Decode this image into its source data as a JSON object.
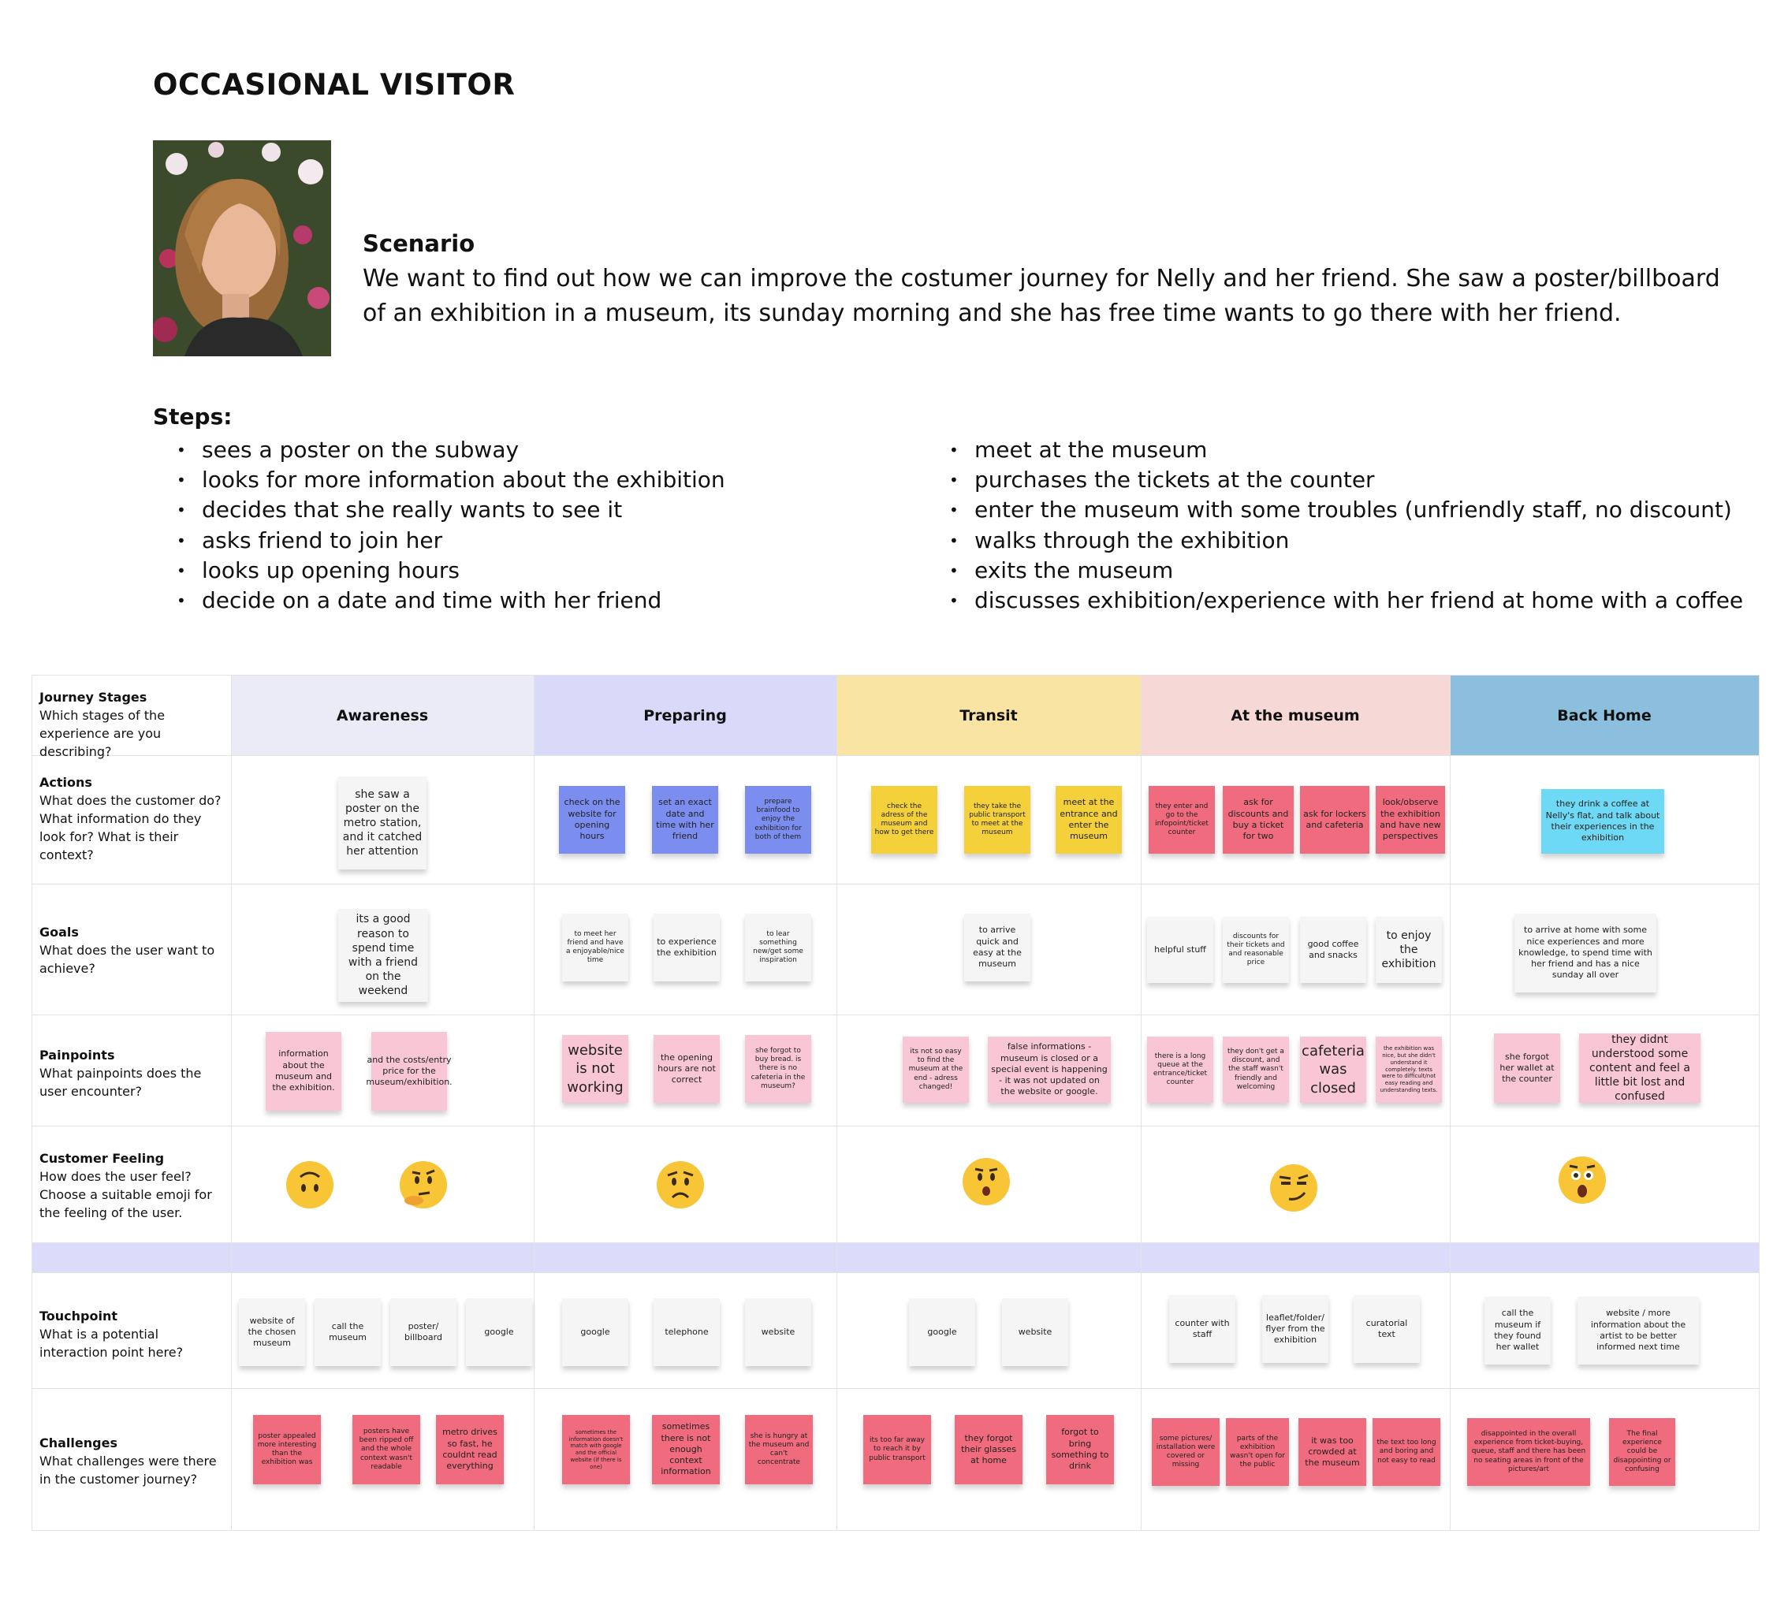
{
  "title": "OCCASIONAL VISITOR",
  "scenario": {
    "heading": "Scenario",
    "text": "We want to find out how we can improve the costumer journey for Nelly and her friend. She saw a poster/billboard of an exhibition in a museum, its sunday morning and she has free time wants to go there with her friend."
  },
  "steps": {
    "heading": "Steps:",
    "left": [
      "sees a poster on the subway",
      "looks for more information about the exhibition",
      "decides that she really wants to see it",
      "asks friend to join her",
      "looks up opening hours",
      "decide on a date and time with her friend"
    ],
    "right": [
      "meet at the museum",
      "purchases the tickets at the counter",
      "enter the museum with some troubles (unfriendly staff, no discount)",
      "walks through the exhibition",
      "exits the museum",
      "discusses exhibition/experience with her friend at home with a coffee"
    ]
  },
  "colors": {
    "awareness": "#ebebf8",
    "preparing": "#d9dafa",
    "transit": "#f9e4a3",
    "museum": "#f6d8d6",
    "back_home": "#8bbfdd",
    "sticky_white": "#f5f5f5",
    "sticky_blue": "#7b8ef0",
    "sticky_yellow": "#f4d03a",
    "sticky_red": "#f06b7d",
    "sticky_pink": "#f9c6d6",
    "sticky_cyan": "#6ed9f4"
  },
  "rows": {
    "stages": {
      "title": "Journey Stages",
      "desc": "Which stages of the experience are you describing?"
    },
    "actions": {
      "title": "Actions",
      "desc": "What does the customer do? What information do they look for? What is their context?"
    },
    "goals": {
      "title": "Goals",
      "desc": "What does the user want to achieve?"
    },
    "painpoints": {
      "title": "Painpoints",
      "desc": "What painpoints does the user encounter?"
    },
    "feeling": {
      "title": "Customer Feeling",
      "desc": "How does the user feel? Choose a suitable emoji for the feeling of the user."
    },
    "touchpoint": {
      "title": "Touchpoint",
      "desc": "What is a potential interaction point here?"
    },
    "challenges": {
      "title": "Challenges",
      "desc": "What challenges were there in the customer journey?"
    }
  },
  "stages": [
    "Awareness",
    "Preparing",
    "Transit",
    "At the museum",
    "Back Home"
  ],
  "stickies": {
    "a1": "she saw a poster on the metro station, and it catched her attention",
    "a2": "check on the website for opening hours",
    "a3": "set an exact date and time with her friend",
    "a4": "prepare brainfood to enjoy the exhibition for both of them",
    "a5": "check the adress of the museum and how to get there",
    "a6": "they take the public transport to meet at the museum",
    "a7": "meet at the entrance and enter the museum",
    "a8": "they enter and go to the infopoint/ticket counter",
    "a9": "ask for discounts and buy a ticket for two",
    "a10": "ask for lockers and cafeteria",
    "a11": "look/observe the exhibition and have new perspectives",
    "a12": "they drink a coffee at Nelly's flat, and talk about their experiences in the exhibition",
    "g1": "its a good reason to spend time with a friend on the weekend",
    "g2": "to meet her friend and have a enjoyable/nice time",
    "g3": "to experience the exhibition",
    "g4": "to lear something new/get some inspiration",
    "g5": "to arrive quick and easy at the museum",
    "g6": "helpful stuff",
    "g7": "discounts for their tickets and and reasonable price",
    "g8": "good coffee and snacks",
    "g9": "to enjoy the exhibition",
    "g10": "to arrive at home with some nice experiences and more knowledge, to spend time with her friend and has a nice sunday all over",
    "p1": "information about the museum and the exhibition.",
    "p2": "and the costs/entry price for the museum/exhibition.",
    "p3": "website is not working",
    "p4": "the opening hours are not correct",
    "p5": "she forgot to buy bread. is there is no cafeteria in the museum?",
    "p6": "its not so easy to find the museum at the end - adress changed!",
    "p7": "false informations - museum is closed or a special event is happening - it was not updated on the website or google.",
    "p8": "there is a long queue at the entrance/ticket counter",
    "p9": "they don't get a discount, and the staff wasn't friendly and welcoming",
    "p10": "cafeteria was closed",
    "p11": "the exhibition was nice, but she didn't understand it completely. texts were to difficult/not easy reading and understanding texts.",
    "p12": "she forgot her wallet at the counter",
    "p13": "they didnt understood some content and feel a little bit lost and confused",
    "t1": "website of the chosen museum",
    "t2": "call the museum",
    "t3": "poster/ billboard",
    "t4": "google",
    "t5": "google",
    "t6": "telephone",
    "t7": "website",
    "t8": "google",
    "t9": "website",
    "t10": "counter with staff",
    "t11": "leaflet/folder/ flyer from the exhibition",
    "t12": "curatorial text",
    "t13": "call the museum if they found her wallet",
    "t14": "website / more information about the artist to be better informed next time",
    "c1": "poster appealed more interesting than the exhibition was",
    "c2": "posters have been ripped off and the whole context wasn't readable",
    "c3": "metro drives so fast, he couldnt read everything",
    "c4": "sometimes the information doesn't match with google and the official website (if there is one)",
    "c5": "sometimes there is not enough context information",
    "c6": "she is hungry at the museum and can't concentrate",
    "c7": "its too far away to reach it by public transport",
    "c8": "they forgot their glasses at home",
    "c9": "forgot to bring something to drink",
    "c10": "some pictures/ installation were covered or missing",
    "c11": "parts of the exhibition wasn't open for the public",
    "c12": "it was too crowded at the museum",
    "c13": "the text too long and boring and not easy to read",
    "c14": "disappointed in the overall experience from ticket-buying, queue, staff and there has been no seating areas in front of the pictures/art",
    "c15": "The final experience could be disappointing or confusing"
  },
  "emojis": [
    "upside-down-face",
    "thinking-face",
    "worried-face",
    "hushed-face",
    "smirking-face",
    "astonished-face"
  ]
}
